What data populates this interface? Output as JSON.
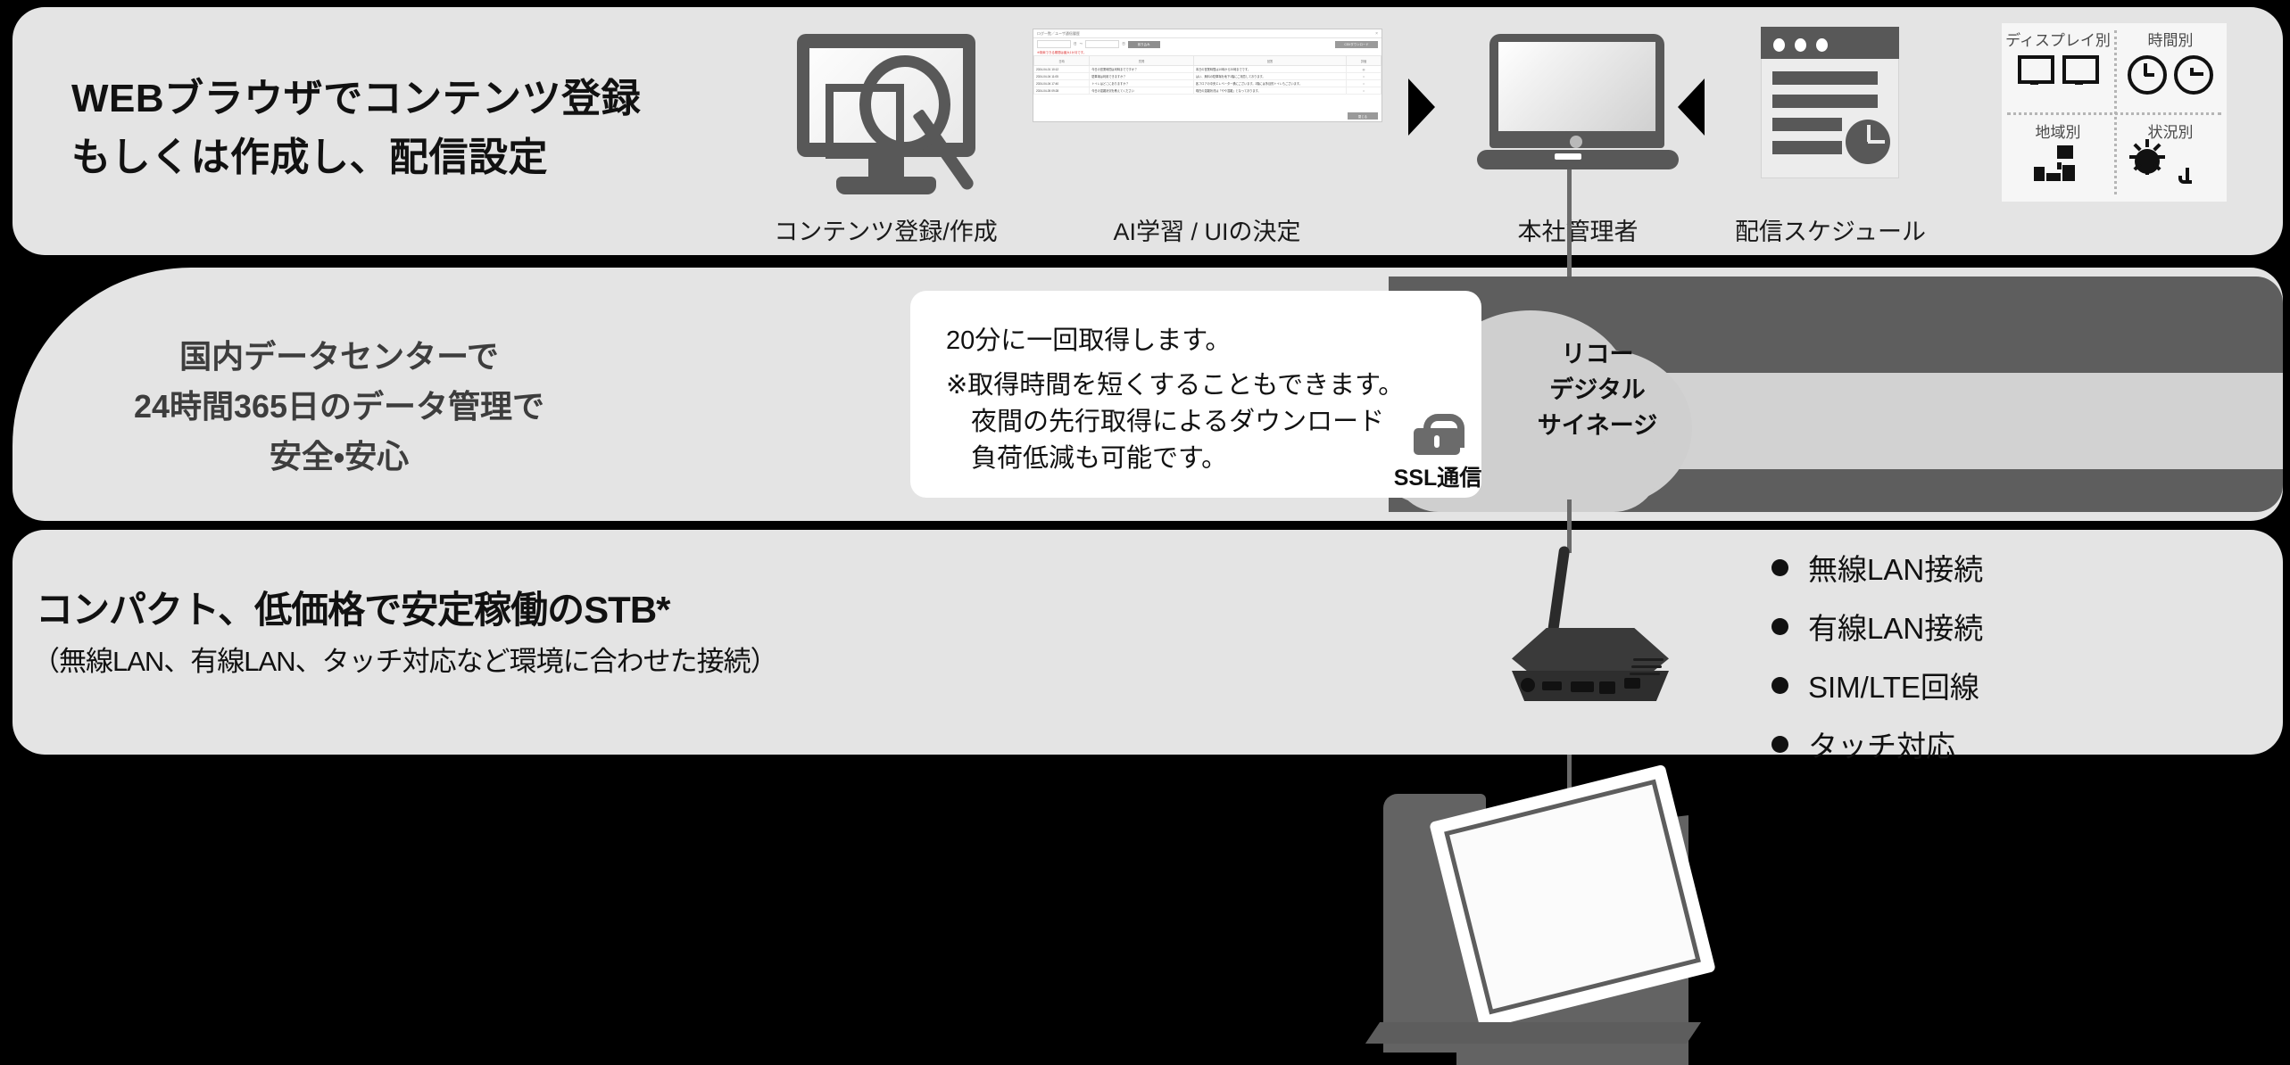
{
  "top_band": {
    "title_lines": [
      "WEBブラウザでコンテンツ登録",
      "もしくは作成し、配信設定"
    ],
    "captions": {
      "content_registration": "コンテンツ登録/作成",
      "ai_learning": "AI学習 / UIの決定",
      "hq_admin": "本社管理者",
      "delivery_schedule": "配信スケジュール"
    },
    "ai_window": {
      "window_title": "ログ一覧／ユーザ通信履歴",
      "date_from": "2024-04-01",
      "date_to": "2024-04-30",
      "unit_label": "日",
      "range_separator": "～",
      "search_button": "絞り込み",
      "export_button": "CSVダウンロード",
      "warning": "※検索できる期間は最大1か月です。",
      "columns": [
        "日時",
        "質問",
        "回答",
        "評価"
      ],
      "rows": [
        [
          "2024-04-01 10:12",
          "今日の営業時間は何時までですか？",
          "本日の営業時間は10時から20時までです。",
          "◎"
        ],
        [
          "2024-04-04 11:05",
          "駐車場は利用できますか？",
          "はい、無料の駐車場を地下1階にご用意しております。",
          "○"
        ],
        [
          "2024-04-04 17:40",
          "トイレはどこにありますか？",
          "各フロアの中央エレベーター横にございます。2階には多目的トイレもございます。",
          "○"
        ],
        [
          "2024-04-05 09:28",
          "今日の混雑状況を教えてください",
          "現在の混雑状況は「やや混雑」となっております。",
          "○"
        ]
      ],
      "close_label": "×",
      "footer_button": "閉じる"
    },
    "targeting_matrix": {
      "display_label": "ディスプレイ別",
      "time_label": "時間別",
      "area_label": "地域別",
      "condition_label": "状況別"
    }
  },
  "middle_band": {
    "title_lines": [
      "国内データセンターで",
      "24時間365日のデータ管理で",
      "安全・安心"
    ],
    "callout": {
      "line1": "20分に一回取得します。",
      "note_line1": "※取得時間を短くすることもできます。",
      "note_line2": "夜間の先行取得によるダウンロード",
      "note_line3": "負荷低減も可能です。"
    },
    "ssl_label": "SSL通信",
    "product_label_lines": [
      "リコー",
      "デジタル",
      "サイネージ"
    ]
  },
  "bottom_band": {
    "title": "コンパクト、低価格で安定稼働のSTB*",
    "subtitle": "（無線LAN、有線LAN、タッチ対応など環境に合わせた接続）",
    "bullets": [
      "無線LAN接続",
      "有線LAN接続",
      "SIM/LTE回線",
      "タッチ対応"
    ]
  },
  "colors": {
    "panel_bg": "#e4e4e4",
    "dark_plate": "#5e5e5e",
    "stripe": "#d2d2d2",
    "icon_gray": "#585858",
    "page_bg": "#000000",
    "callout_bg": "#ffffff",
    "cloud": "#cfcfcf"
  }
}
